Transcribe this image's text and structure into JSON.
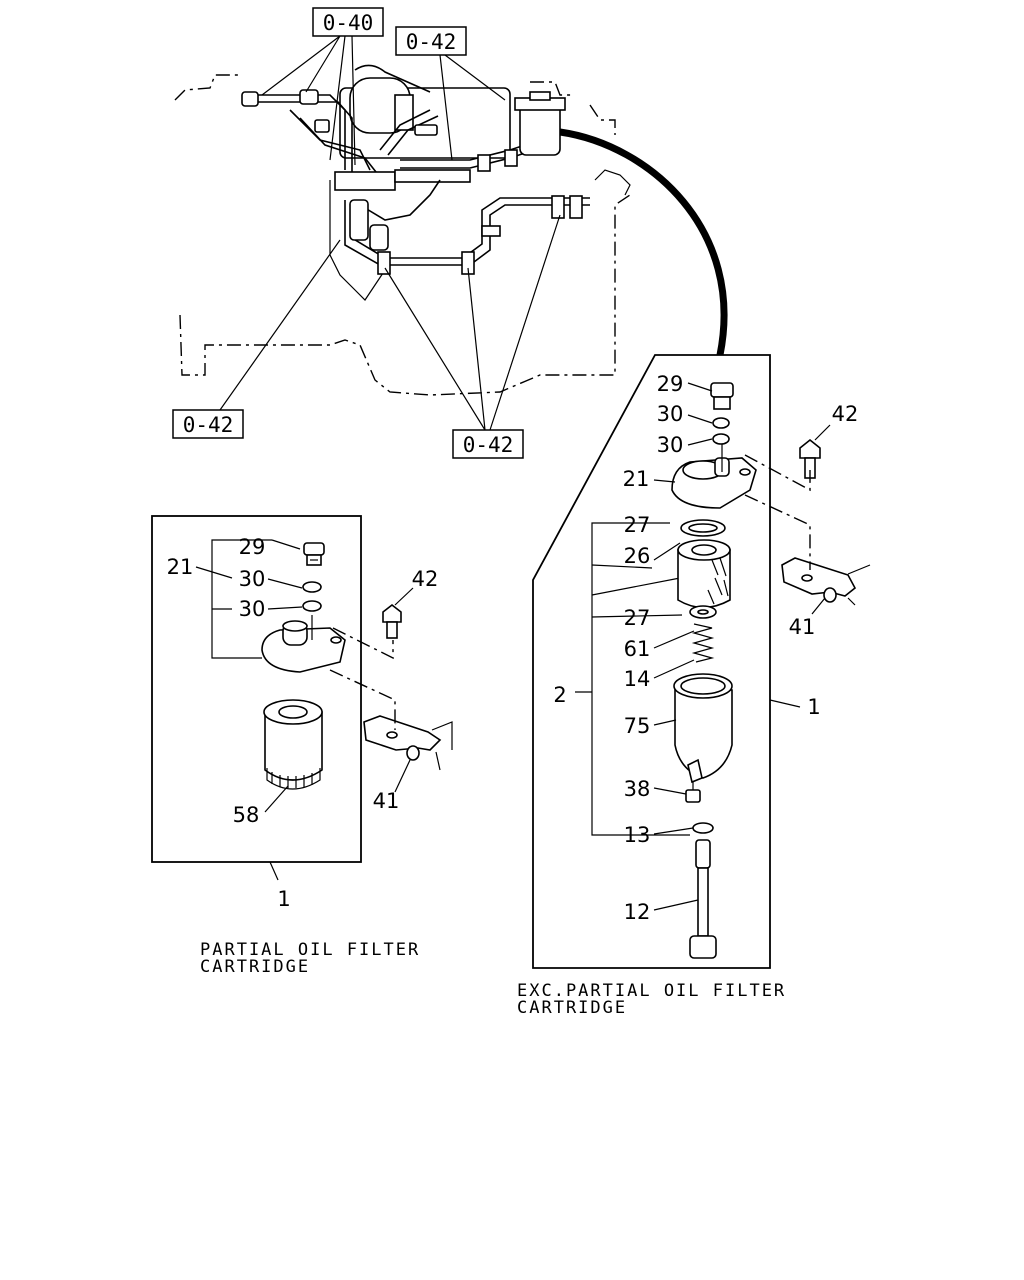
{
  "refs": {
    "r1": "0-40",
    "r2": "0-42",
    "r3": "0-42",
    "r4": "0-42"
  },
  "left": {
    "p29": "29",
    "p21": "21",
    "p30a": "30",
    "p30b": "30",
    "p42": "42",
    "p58": "58",
    "p41": "41",
    "p1": "1",
    "caption1": "PARTIAL OIL FILTER",
    "caption2": "CARTRIDGE"
  },
  "right": {
    "p29": "29",
    "p30a": "30",
    "p30b": "30",
    "p42": "42",
    "p21": "21",
    "p27a": "27",
    "p26": "26",
    "p27b": "27",
    "p61": "61",
    "p14": "14",
    "p2": "2",
    "p1": "1",
    "p75": "75",
    "p41": "41",
    "p38": "38",
    "p13": "13",
    "p12": "12",
    "caption1": "EXC.PARTIAL OIL FILTER",
    "caption2": "CARTRIDGE"
  }
}
